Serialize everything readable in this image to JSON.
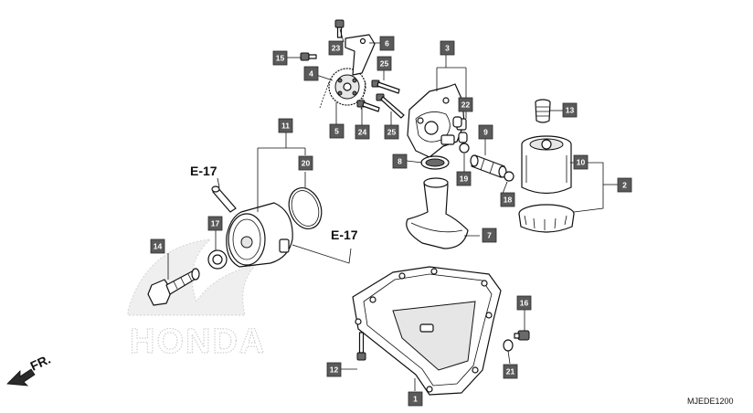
{
  "watermark": {
    "brand": "HONDA"
  },
  "direction_label": "FR.",
  "diagram_code": "MJEDE1200",
  "references": {
    "top": "E-17",
    "right": "E-17"
  },
  "callouts": [
    "1",
    "2",
    "3",
    "4",
    "5",
    "6",
    "7",
    "8",
    "9",
    "10",
    "11",
    "12",
    "13",
    "14",
    "15",
    "16",
    "17",
    "18",
    "19",
    "20",
    "21",
    "22",
    "23",
    "24",
    "25",
    "25"
  ]
}
